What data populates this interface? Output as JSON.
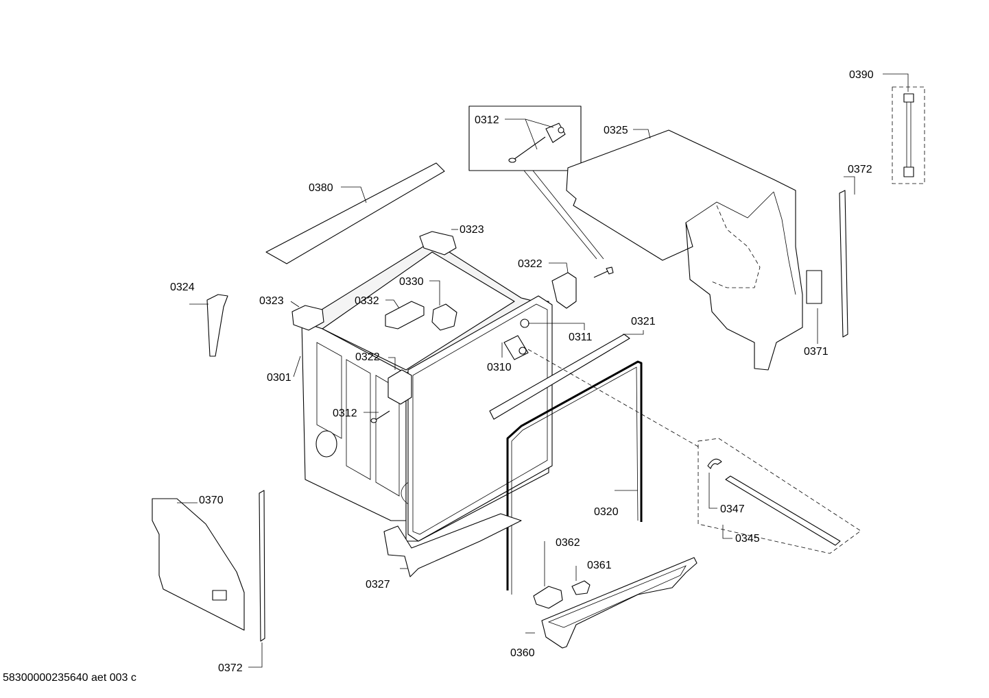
{
  "document_id": "58300000235640 aet 003 c",
  "callouts": {
    "c0390": "0390",
    "c0312_box": "0312",
    "c0325": "0325",
    "c0372_right": "0372",
    "c0380": "0380",
    "c0323_top": "0323",
    "c0322_top": "0322",
    "c0330": "0330",
    "c0324": "0324",
    "c0323_left": "0323",
    "c0332": "0332",
    "c0311": "0311",
    "c0321": "0321",
    "c0371": "0371",
    "c0322_mid": "0322",
    "c0310": "0310",
    "c0301": "0301",
    "c0312_mid": "0312",
    "c0370": "0370",
    "c0347": "0347",
    "c0320": "0320",
    "c0345": "0345",
    "c0362": "0362",
    "c0361": "0361",
    "c0327": "0327",
    "c0360": "0360",
    "c0372_bottom": "0372"
  }
}
